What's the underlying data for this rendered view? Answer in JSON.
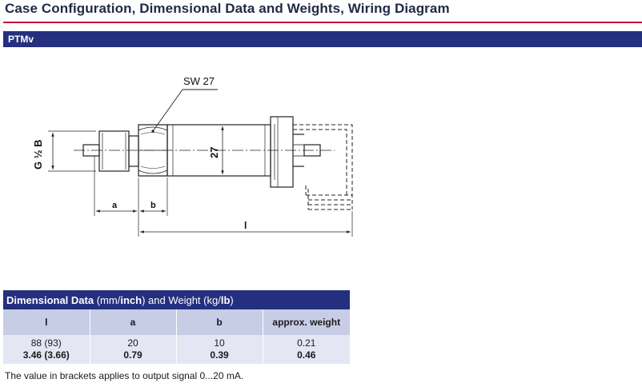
{
  "page": {
    "title": "Case Configuration, Dimensional Data and Weights, Wiring Diagram"
  },
  "section": {
    "label": "PTMv"
  },
  "drawing": {
    "wrench_label": "SW 27",
    "thread_label": "G ½ B",
    "diameter_label": "27",
    "dim_a": "a",
    "dim_b": "b",
    "dim_l": "l"
  },
  "table": {
    "caption_parts": [
      "Dimensional Data",
      " (",
      "mm",
      "/",
      "inch",
      ") and Weight (",
      "kg",
      "/",
      "lb",
      ")"
    ],
    "headers": [
      "l",
      "a",
      "b",
      "approx. weight"
    ],
    "rows": [
      {
        "mm": [
          "88 (93)",
          "20",
          "10",
          "0.21"
        ],
        "inch": [
          "3.46 (3.66)",
          "0.79",
          "0.39",
          "0.46"
        ]
      }
    ]
  },
  "footnote": "The value in brackets applies to output signal 0...20 mA.",
  "colors": {
    "title_text": "#1f2a44",
    "accent_rule": "#c8102e",
    "header_bar": "#24307f",
    "table_head": "#c8cde6",
    "table_body": "#e4e7f3"
  }
}
